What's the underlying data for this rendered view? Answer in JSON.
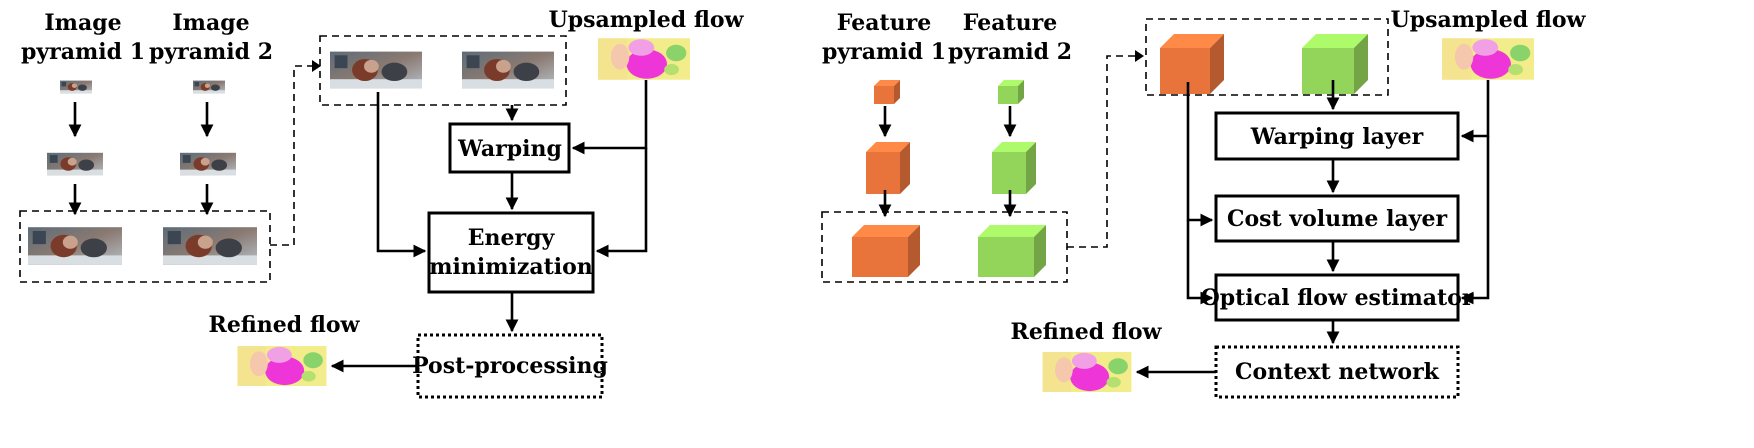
{
  "left_panel": {
    "pyramid1_title": [
      "Image",
      "pyramid 1"
    ],
    "pyramid2_title": [
      "Image",
      "pyramid 2"
    ],
    "upsampled_flow": "Upsampled flow",
    "warping": "Warping",
    "energy": [
      "Energy",
      "minimization"
    ],
    "post_processing": "Post-processing",
    "refined_flow": "Refined flow"
  },
  "right_panel": {
    "pyramid1_title": [
      "Feature",
      "pyramid 1"
    ],
    "pyramid2_title": [
      "Feature",
      "pyramid 2"
    ],
    "upsampled_flow": "Upsampled flow",
    "warping_layer": "Warping layer",
    "cost_volume": "Cost volume layer",
    "flow_estimator": "Optical flow estimator",
    "context_network": "Context network",
    "refined_flow": "Refined flow"
  },
  "colors": {
    "feature1": "#e8743b",
    "feature2": "#93d45a",
    "flow_bg": "#f3ec8a",
    "flow_magenta": "#ee36d8"
  }
}
